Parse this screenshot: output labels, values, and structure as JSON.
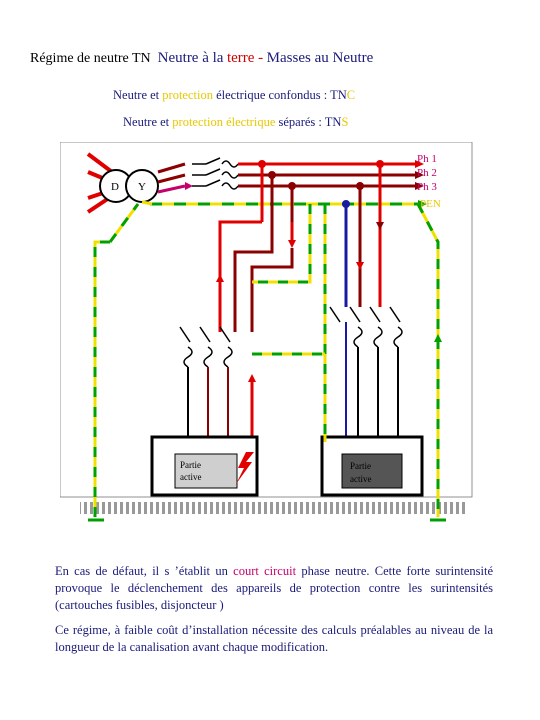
{
  "title": {
    "part1": "Régime de neutre TN",
    "part2": "Neutre à la",
    "part3": "terre -",
    "part4": "Masses au Neutre"
  },
  "subtitle1": {
    "neutre": "Neutre et",
    "protection": "protection",
    "electrique": "électrique",
    "rest": "confondus : TN",
    "c": "C"
  },
  "subtitle2": {
    "neutre": "Neutre et",
    "protection": "protection",
    "electrique": "électrique",
    "rest": "séparés : TN",
    "s": "S"
  },
  "diagram": {
    "transformer_left": "D",
    "transformer_right": "Y",
    "conductors": [
      "Ph 1",
      "Ph 2",
      "Ph 3",
      "PEN"
    ],
    "load_left": [
      "Partie",
      "active"
    ],
    "load_right": [
      "Partie",
      "active"
    ]
  },
  "paragraph1": {
    "before": "En cas de défaut, il s ’établit un",
    "highlight": "court circuit",
    "after": "phase neutre. Cette forte surintensité provoque le déclenchement des appareils de protection contre les surintensités (cartouches fusibles, disjoncteur )"
  },
  "paragraph2": "Ce régime, à faible coût d’installation nécessite des calculs préalables au niveau de la longueur de la canalisation avant chaque modification.",
  "colors": {
    "phase1": "#e00000",
    "phase2": "#8b0000",
    "phase3": "#8b0000",
    "pen_yellow": "#f0e000",
    "pen_green": "#00a000",
    "neutral_blue": "#1a1aa0",
    "text_blue": "#1a1a7a",
    "accent_red": "#d10000",
    "magenta": "#c4006b"
  }
}
